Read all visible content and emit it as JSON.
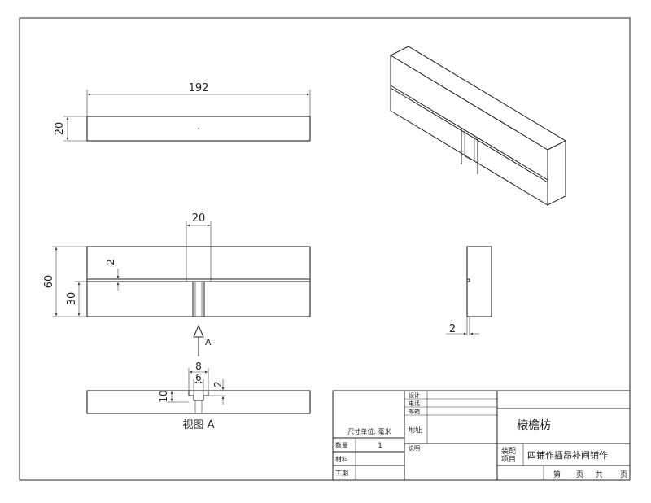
{
  "dimensions": {
    "top_length": "192",
    "top_height": "20",
    "front_slot_width": "20",
    "front_height": "60",
    "front_half": "30",
    "front_groove": "2",
    "section_outer": "8",
    "section_inner": "6",
    "section_depth": "2",
    "section_height": "10",
    "side_groove": "2"
  },
  "view_arrow_label": "A",
  "view_caption": "视图 A",
  "title_block": {
    "unit_label": "尺寸单位: 毫米",
    "qty_label": "数量",
    "qty_value": "1",
    "material_label": "材料",
    "process_label": "工期",
    "design_label": "设计",
    "phone_label": "电话",
    "postcode_label": "邮箱",
    "address_label": "地址",
    "note_label": "说明",
    "part_name": "榱檐枋",
    "assembly_label_1": "装配",
    "assembly_label_2": "项目",
    "assembly_value": "四铺作插昂补间铺作",
    "page_label": "第",
    "page_unit": "页",
    "total_label": "共",
    "total_unit": "页"
  }
}
